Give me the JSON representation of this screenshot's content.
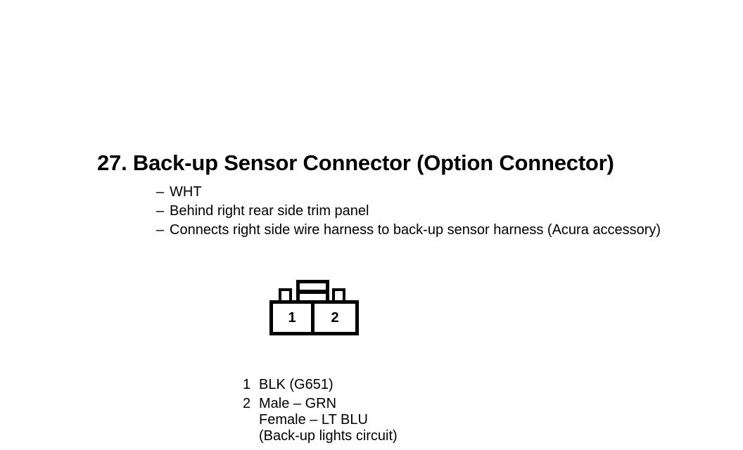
{
  "page": {
    "background": "#ffffff",
    "text_color": "#000000"
  },
  "section": {
    "title": "27. Back-up Sensor Connector (Option Connector)",
    "dash": "–",
    "notes": [
      "WHT",
      "Behind right rear side trim panel",
      "Connects right side wire harness to back-up sensor harness (Acura accessory)"
    ]
  },
  "connector": {
    "cavities": [
      "1",
      "2"
    ]
  },
  "pins": [
    {
      "pin": "1",
      "lines": [
        "BLK (G651)"
      ]
    },
    {
      "pin": "2",
      "lines": [
        "Male – GRN",
        "Female – LT BLU",
        "(Back-up lights circuit)"
      ]
    }
  ]
}
